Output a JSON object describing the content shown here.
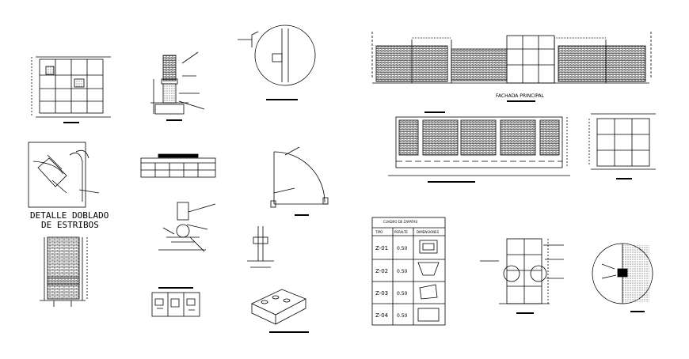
{
  "details": {
    "stirrup_title_1": "DETALLE DOBLADO",
    "stirrup_title_2": "DE ESTRIBOS",
    "main_facade_label": "FACHADA PRINCIPAL"
  },
  "footings_table": {
    "title": "CUADRO DE ZAPATAS",
    "headers": [
      "TIPO",
      "PERALTE",
      "DIMENSIONES"
    ],
    "rows": [
      {
        "tipo": "Z-01",
        "peralte": "0.50"
      },
      {
        "tipo": "Z-02",
        "peralte": "0.50"
      },
      {
        "tipo": "Z-03",
        "peralte": "0.50"
      },
      {
        "tipo": "Z-04",
        "peralte": "0.50"
      }
    ]
  },
  "colors": {
    "line": "#000000",
    "background": "#ffffff"
  }
}
